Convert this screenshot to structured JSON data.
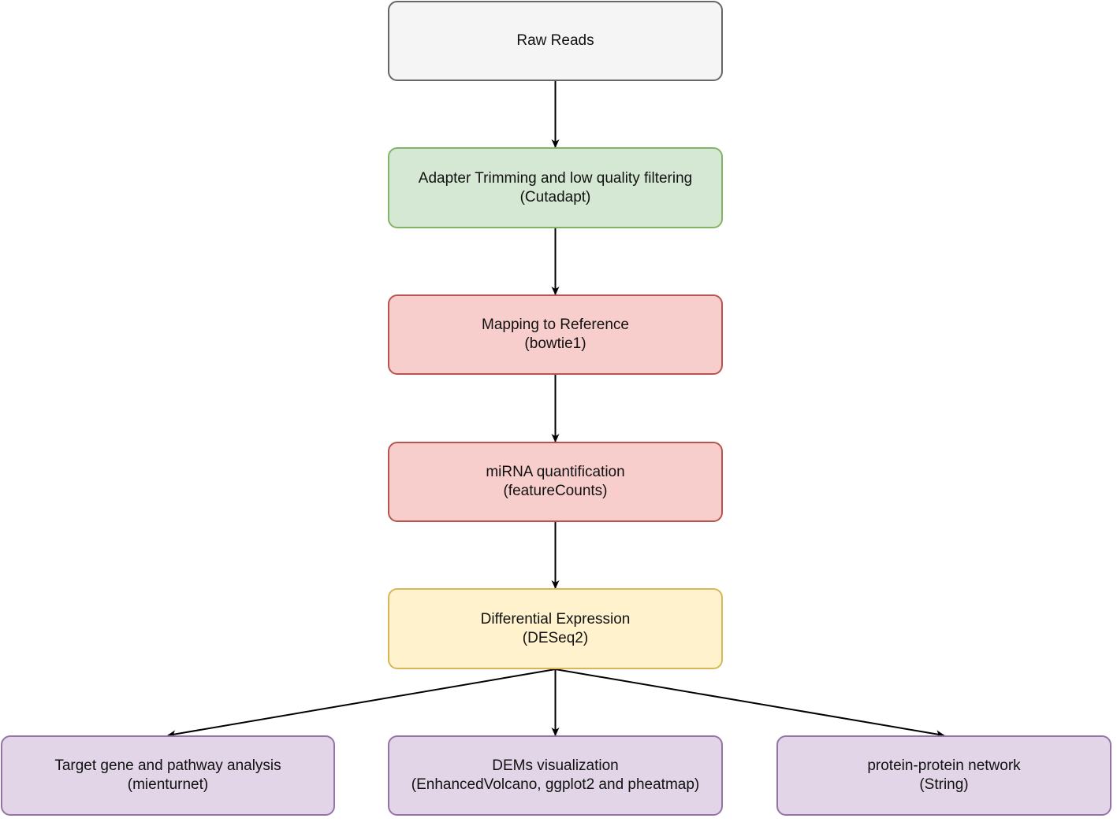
{
  "diagram": {
    "nodes": [
      {
        "id": "raw",
        "lines": [
          "Raw Reads"
        ],
        "fill": "#f5f5f5",
        "stroke": "#666666"
      },
      {
        "id": "trim",
        "lines": [
          "Adapter Trimming and low quality filtering",
          "(Cutadapt)"
        ],
        "fill": "#d5e8d4",
        "stroke": "#82b366"
      },
      {
        "id": "map",
        "lines": [
          "Mapping to Reference",
          "(bowtie1)"
        ],
        "fill": "#f8cecc",
        "stroke": "#b85450"
      },
      {
        "id": "quant",
        "lines": [
          "miRNA quantification",
          "(featureCounts)"
        ],
        "fill": "#f8cecc",
        "stroke": "#b85450"
      },
      {
        "id": "de",
        "lines": [
          "Differential Expression",
          "(DESeq2)"
        ],
        "fill": "#fff2cc",
        "stroke": "#d6b656"
      },
      {
        "id": "target",
        "lines": [
          "Target gene and pathway analysis",
          "(mienturnet)"
        ],
        "fill": "#e1d5e7",
        "stroke": "#9673a6"
      },
      {
        "id": "dems",
        "lines": [
          "DEMs visualization",
          "(EnhancedVolcano, ggplot2 and pheatmap)"
        ],
        "fill": "#e1d5e7",
        "stroke": "#9673a6"
      },
      {
        "id": "ppi",
        "lines": [
          "protein-protein network",
          "(String)"
        ],
        "fill": "#e1d5e7",
        "stroke": "#9673a6"
      }
    ],
    "edges": [
      {
        "from": "raw",
        "to": "trim"
      },
      {
        "from": "trim",
        "to": "map"
      },
      {
        "from": "map",
        "to": "quant"
      },
      {
        "from": "quant",
        "to": "de"
      },
      {
        "from": "de",
        "to": "target"
      },
      {
        "from": "de",
        "to": "dems"
      },
      {
        "from": "de",
        "to": "ppi"
      }
    ]
  }
}
